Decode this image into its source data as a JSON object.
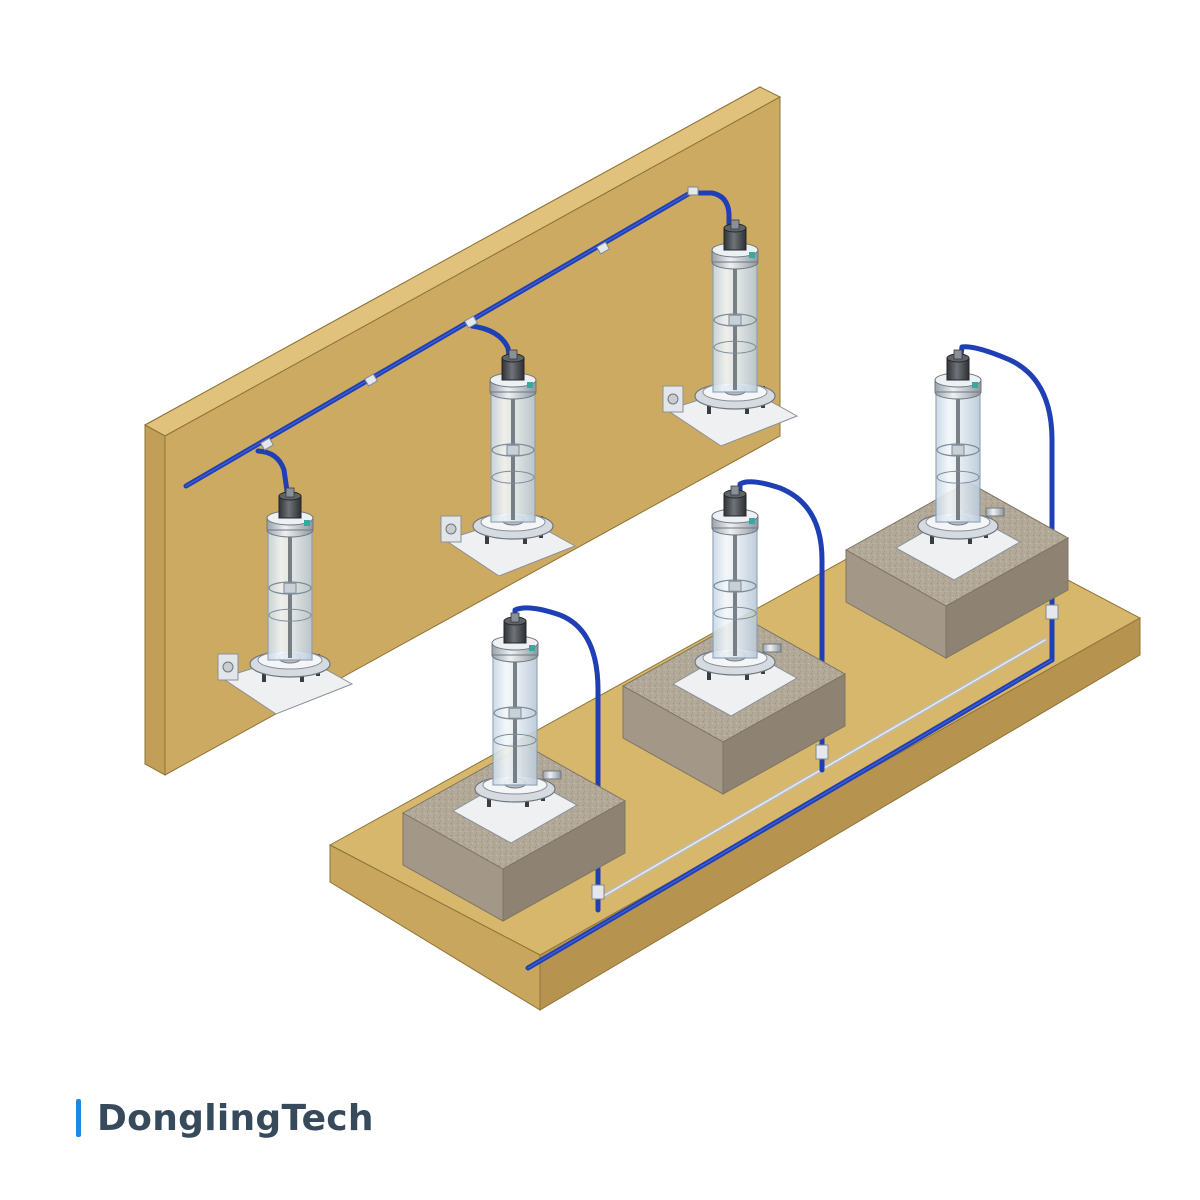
{
  "brand": {
    "name": "DonglingTech",
    "text_color": "#374a5c",
    "bar_color": "#1e88e5"
  },
  "scene": {
    "units": [
      {
        "name": "wall-sensor-left",
        "mount": "wall"
      },
      {
        "name": "wall-sensor-middle",
        "mount": "wall"
      },
      {
        "name": "wall-sensor-right",
        "mount": "wall"
      },
      {
        "name": "floor-sensor-front",
        "mount": "floor"
      },
      {
        "name": "floor-sensor-middle",
        "mount": "floor"
      },
      {
        "name": "floor-sensor-back",
        "mount": "floor"
      }
    ],
    "colors": {
      "board_top": "#d7b76c",
      "board_front": "#c8a65d",
      "board_side": "#b79350",
      "board_edge": "#8f7438",
      "concrete_top": "#bdb3a2",
      "concrete_front": "#a39887",
      "concrete_side": "#8e8372",
      "steel_plate": "#eef0f2",
      "steel_edge": "#8a9099",
      "glass": "#dde8f0",
      "glass_edge": "#8aa0b2",
      "cap_dark": "#4a4d52",
      "pipe": "#1f3fb5",
      "pipe_highlight": "#4d6de0",
      "steel_pipe": "#b8bec6"
    }
  }
}
